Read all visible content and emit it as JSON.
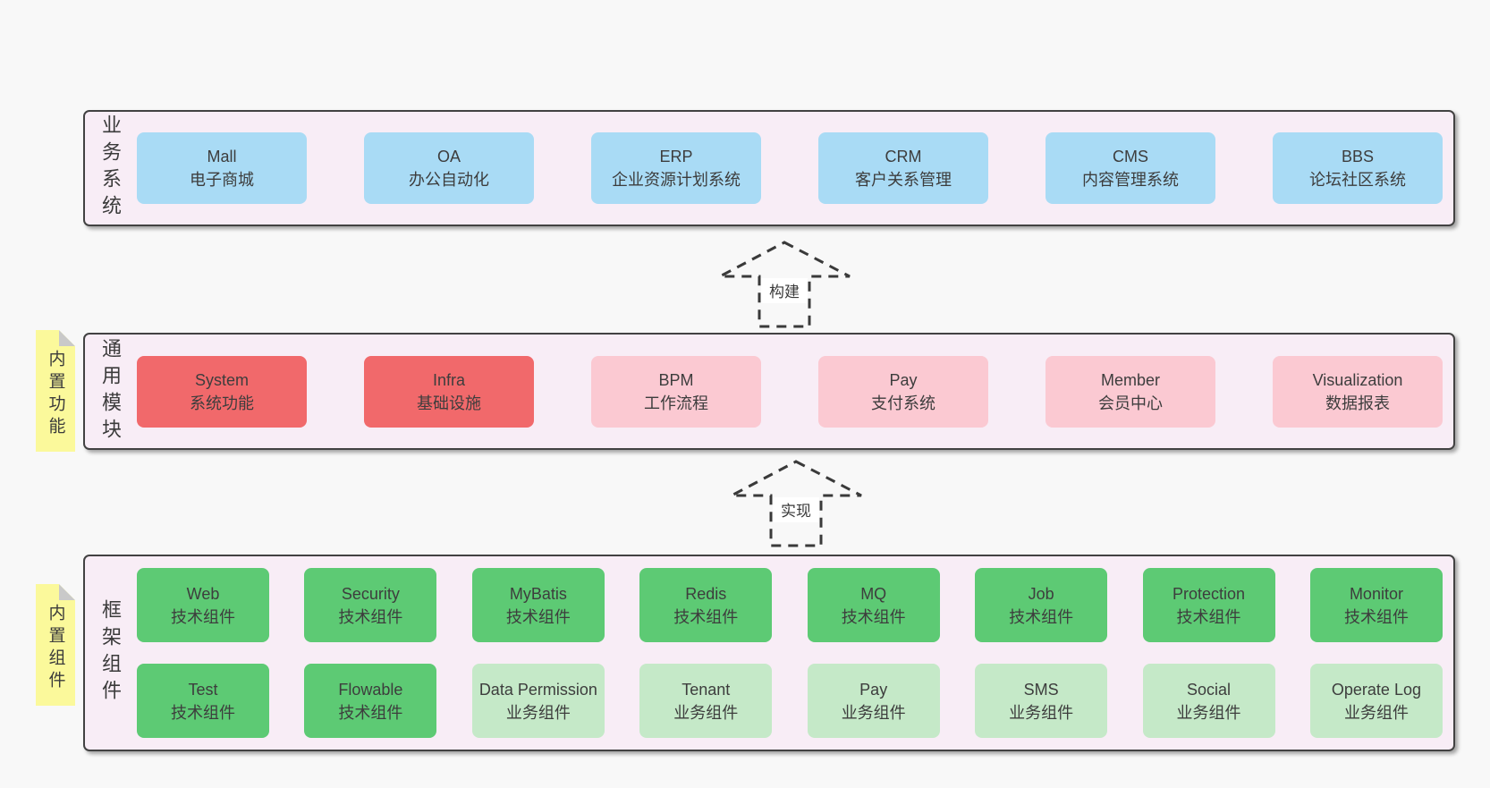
{
  "colors": {
    "canvas_bg": "#f8f8f8",
    "section_bg": "#f8edf6",
    "border": "#424242",
    "blue": "#a9dbf5",
    "red": "#f1696b",
    "pink": "#fbc9d2",
    "green": "#5dca74",
    "light_green": "#c5e9c8",
    "note_yellow": "#fbf99b",
    "fold_gray": "#c9c9c9"
  },
  "diagram": {
    "sections": [
      {
        "label": "业务系统",
        "tag": null,
        "rows": [
          [
            {
              "en": "Mall",
              "zh": "电子商城",
              "color": "blue"
            },
            {
              "en": "OA",
              "zh": "办公自动化",
              "color": "blue"
            },
            {
              "en": "ERP",
              "zh": "企业资源计划系统",
              "color": "blue"
            },
            {
              "en": "CRM",
              "zh": "客户关系管理",
              "color": "blue"
            },
            {
              "en": "CMS",
              "zh": "内容管理系统",
              "color": "blue"
            },
            {
              "en": "BBS",
              "zh": "论坛社区系统",
              "color": "blue"
            }
          ]
        ]
      },
      {
        "label": "通用模块",
        "tag": "内置功能",
        "rows": [
          [
            {
              "en": "System",
              "zh": "系统功能",
              "color": "red"
            },
            {
              "en": "Infra",
              "zh": "基础设施",
              "color": "red"
            },
            {
              "en": "BPM",
              "zh": "工作流程",
              "color": "pink"
            },
            {
              "en": "Pay",
              "zh": "支付系统",
              "color": "pink"
            },
            {
              "en": "Member",
              "zh": "会员中心",
              "color": "pink"
            },
            {
              "en": "Visualization",
              "zh": "数据报表",
              "color": "pink"
            }
          ]
        ]
      },
      {
        "label": "框架组件",
        "tag": "内置组件",
        "rows": [
          [
            {
              "en": "Web",
              "zh": "技术组件",
              "color": "green"
            },
            {
              "en": "Security",
              "zh": "技术组件",
              "color": "green"
            },
            {
              "en": "MyBatis",
              "zh": "技术组件",
              "color": "green"
            },
            {
              "en": "Redis",
              "zh": "技术组件",
              "color": "green"
            },
            {
              "en": "MQ",
              "zh": "技术组件",
              "color": "green"
            },
            {
              "en": "Job",
              "zh": "技术组件",
              "color": "green"
            },
            {
              "en": "Protection",
              "zh": "技术组件",
              "color": "green"
            },
            {
              "en": "Monitor",
              "zh": "技术组件",
              "color": "green"
            }
          ],
          [
            {
              "en": "Test",
              "zh": "技术组件",
              "color": "green"
            },
            {
              "en": "Flowable",
              "zh": "技术组件",
              "color": "green"
            },
            {
              "en": "Data Permission",
              "zh": "业务组件",
              "color": "lightgreen"
            },
            {
              "en": "Tenant",
              "zh": "业务组件",
              "color": "lightgreen"
            },
            {
              "en": "Pay",
              "zh": "业务组件",
              "color": "lightgreen"
            },
            {
              "en": "SMS",
              "zh": "业务组件",
              "color": "lightgreen"
            },
            {
              "en": "Social",
              "zh": "业务组件",
              "color": "lightgreen"
            },
            {
              "en": "Operate Log",
              "zh": "业务组件",
              "color": "lightgreen"
            }
          ]
        ]
      }
    ],
    "arrows": [
      {
        "label": "构建"
      },
      {
        "label": "实现"
      }
    ]
  }
}
